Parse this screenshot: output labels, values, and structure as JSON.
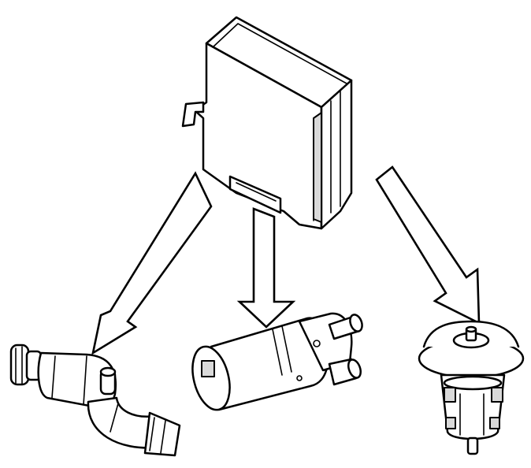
{
  "figure": {
    "background": "#ffffff",
    "stroke_color": "#000000",
    "components": [
      {
        "id": "control-module"
      },
      {
        "id": "idle-air-valve"
      },
      {
        "id": "auxiliary-water-pump"
      },
      {
        "id": "thermostat"
      }
    ],
    "arrows": [
      {
        "from": "control-module",
        "to": "idle-air-valve",
        "direction": "down-left"
      },
      {
        "from": "control-module",
        "to": "auxiliary-water-pump",
        "direction": "down"
      },
      {
        "from": "control-module",
        "to": "thermostat",
        "direction": "down-right"
      }
    ]
  }
}
